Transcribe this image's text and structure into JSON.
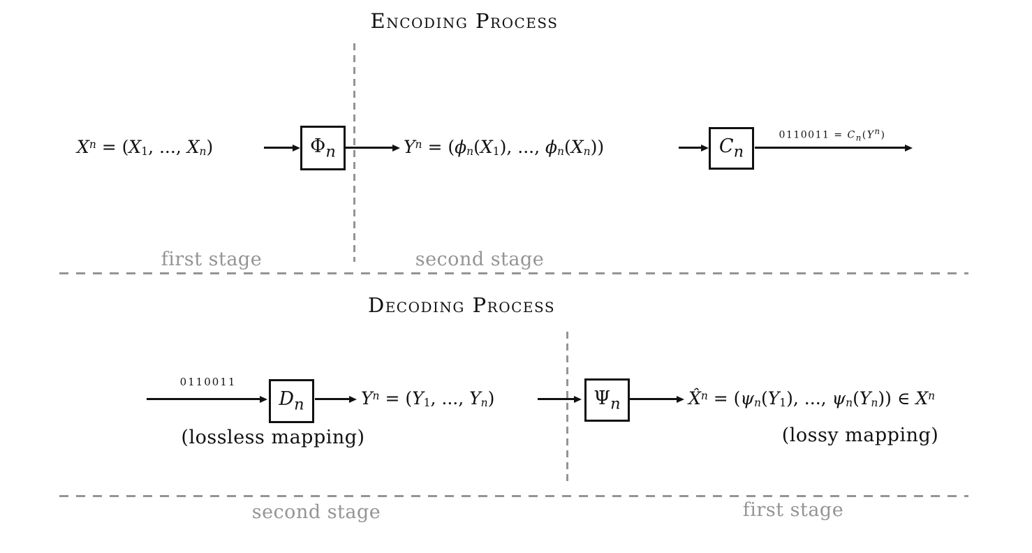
{
  "colors": {
    "ink": "#111111",
    "muted": "#949494"
  },
  "encoding": {
    "title": "Encoding Process",
    "source": "X^{n} = (X_{1}, ..., X_{n})",
    "first_stage_box": "Φ_{n}",
    "intermediate": "Y^{n} = (ϕ_{n}(X_{1}), ..., ϕ_{n}(X_{n}))",
    "second_stage_box": "%C%_{n}",
    "codeword_label": "0110011 = %C%_{n}(Y^{n})",
    "stage_labels": {
      "left": "first stage",
      "right": "second stage"
    }
  },
  "decoding": {
    "title": "Decoding Process",
    "codeword_label": "0110011",
    "second_stage_box": "%D%_{n}",
    "second_stage_caption": "(lossless mapping)",
    "intermediate": "Y^{n} = (Y_{1}, ..., Y_{n})",
    "first_stage_box": "Ψ_{n}",
    "first_stage_caption": "(lossy mapping)",
    "output": "X̂^{n} = (ψ_{n}(Y_{1}), ..., ψ_{n}(Y_{n})) ∈ %X%^{n}",
    "stage_labels": {
      "left": "second stage",
      "right": "first stage"
    }
  }
}
